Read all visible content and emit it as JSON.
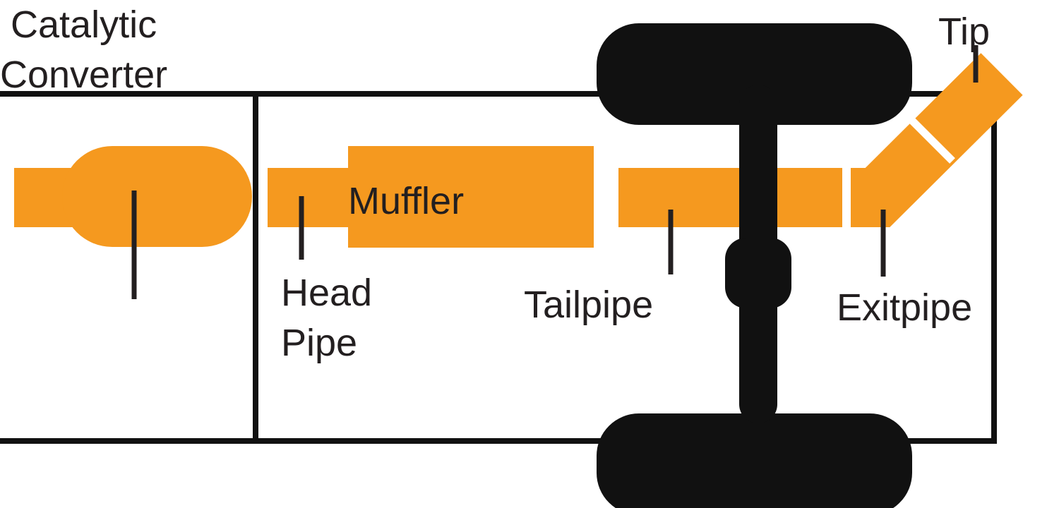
{
  "diagram": {
    "name": "vehicle-exhaust-system-diagram",
    "labels": {
      "catalytic_converter": {
        "line1": "Catalytic",
        "line2": "Converter"
      },
      "head_pipe": {
        "line1": "Head",
        "line2": "Pipe"
      },
      "muffler": "Muffler",
      "tailpipe": "Tailpipe",
      "exitpipe": "Exitpipe",
      "tip": "Tip"
    },
    "colors": {
      "pipe_orange": "#F5991F",
      "line_black": "#111111",
      "text_black": "#231F20",
      "background": "#FFFFFF"
    }
  }
}
